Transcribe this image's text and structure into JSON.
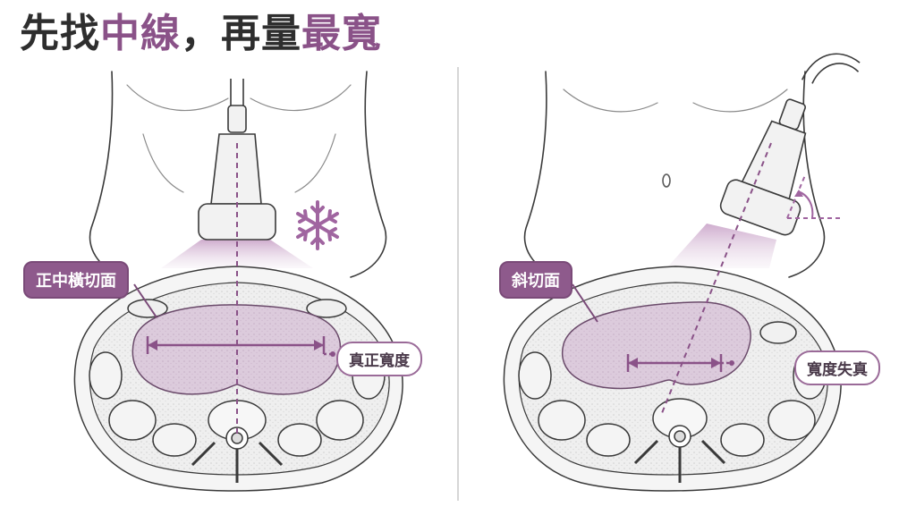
{
  "title": {
    "part1": "先找",
    "part2": "中線",
    "part3": "，再量",
    "part4": "最寬"
  },
  "left_panel": {
    "tag": "正中橫切面",
    "measure_label": "真正寬度"
  },
  "right_panel": {
    "tag": "斜切面",
    "measure_label": "寬度失真"
  },
  "colors": {
    "accent": "#8a5288",
    "tag_bg": "#8e5a8c",
    "organ_fill": "#d9c3d8",
    "line": "#3a3a3a"
  },
  "icons": {
    "freeze": "snowflake-icon",
    "tilt": "angle-arrow-icon"
  }
}
